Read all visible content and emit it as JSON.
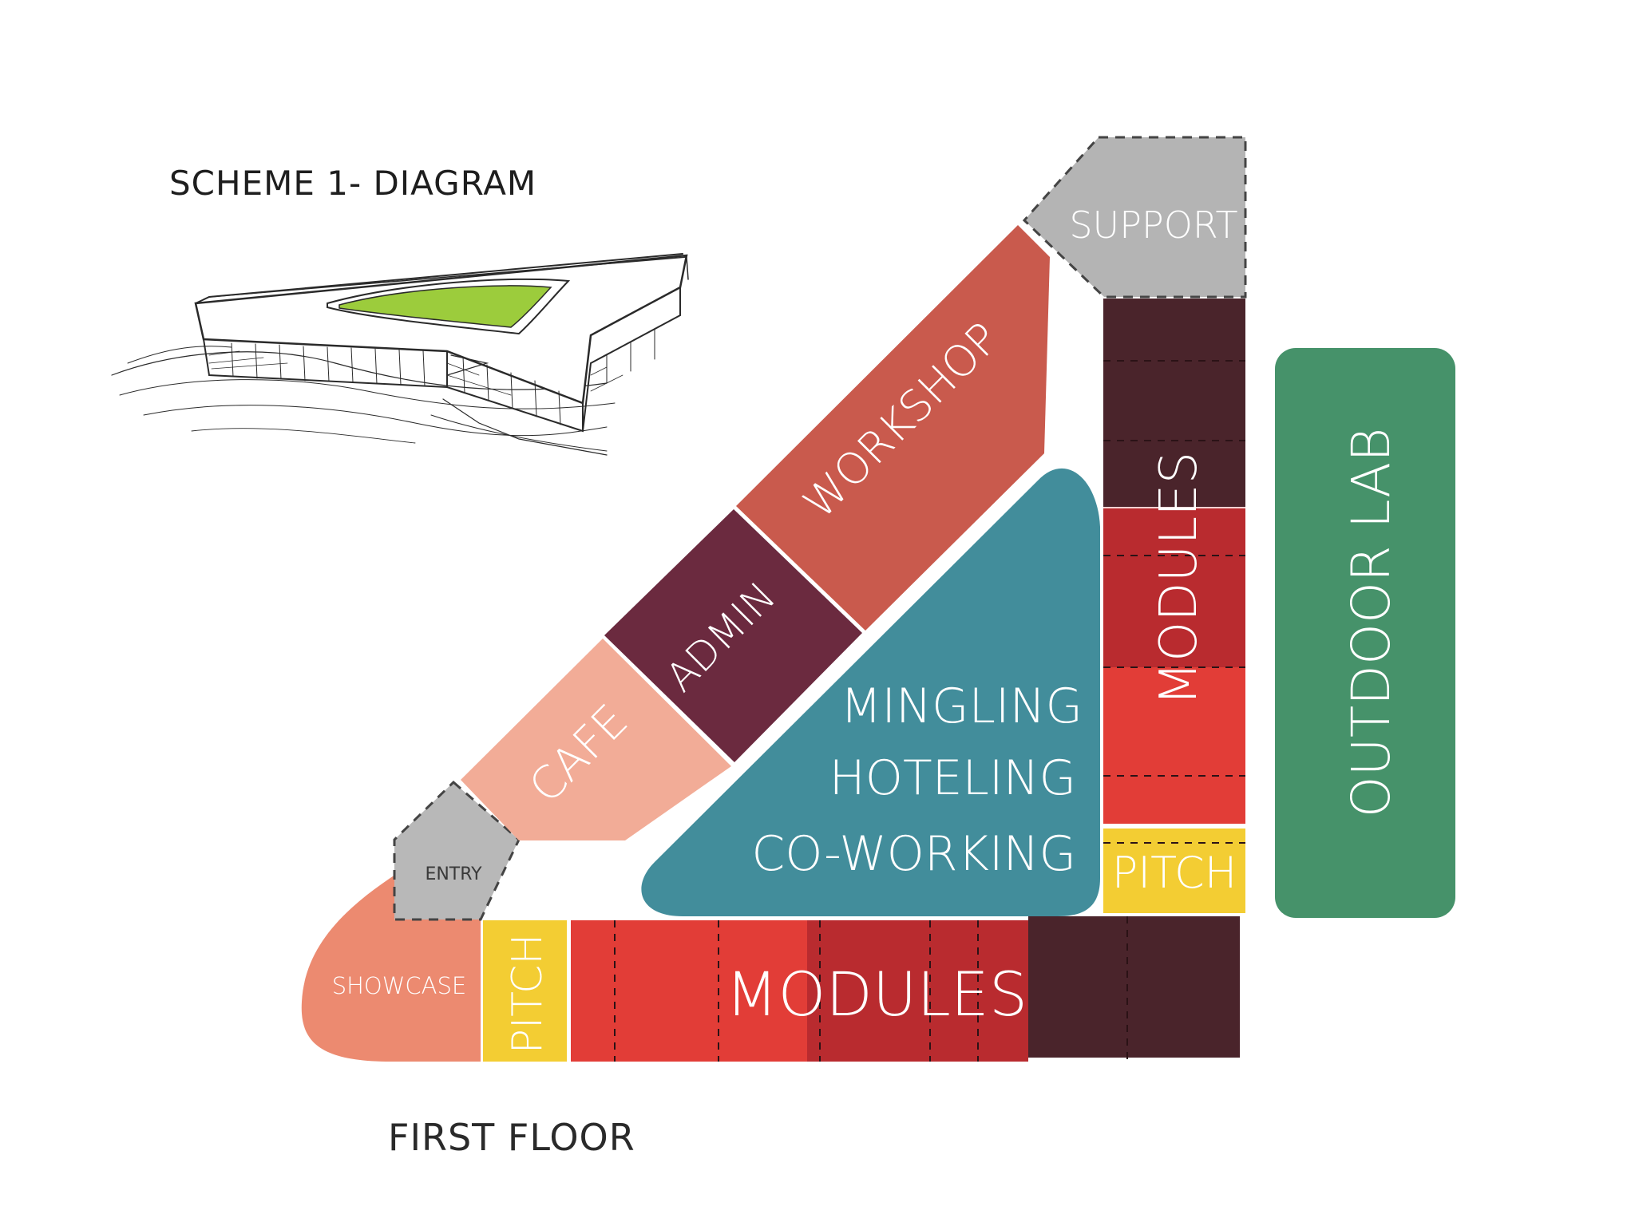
{
  "title": "SCHEME 1- DIAGRAM",
  "floor_label": "FIRST FLOOR",
  "zones": {
    "support": "SUPPORT",
    "workshop": "WORKSHOP",
    "admin": "ADMIN",
    "cafe": "CAFE",
    "entry": "ENTRY",
    "showcase": "SHOWCASE",
    "pitch_bottom": "PITCH",
    "modules_bottom": "MODULES",
    "modules_right": "MODULES",
    "pitch_right": "PITCH",
    "outdoor_lab": "OUTDOOR LAB",
    "central_line1": "MINGLING",
    "central_line2": "HOTELING",
    "central_line3": "CO-WORKING"
  },
  "colors": {
    "support": "#b4b4b4",
    "workshop": "#c95a4d",
    "admin": "#6b2a3f",
    "cafe": "#f2ac97",
    "entry": "#b8b8b8",
    "showcase": "#ec8a70",
    "pitch": "#f3cd33",
    "modules_red": "#e23d37",
    "modules_darkred": "#b92b2f",
    "modules_maroon": "#4a242b",
    "central": "#428d9b",
    "outdoor_lab": "#46926a",
    "sketch_roof": "#9ccc3c"
  }
}
